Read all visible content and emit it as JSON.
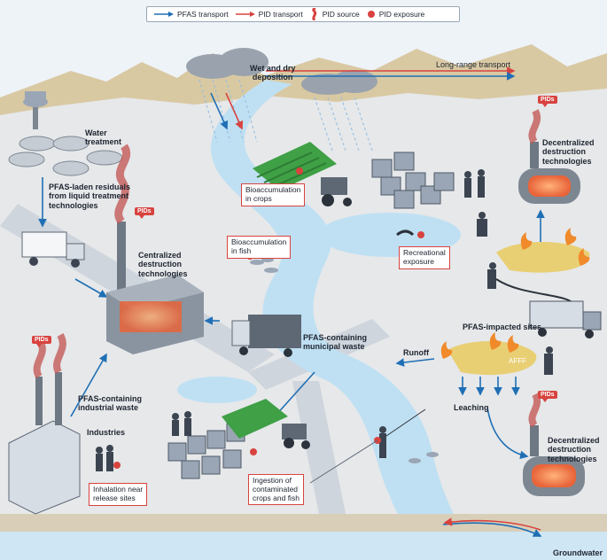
{
  "legend": [
    {
      "label": "PFAS transport",
      "icon": "blue-arrow-icon",
      "color": "#1f6fb5"
    },
    {
      "label": "PID transport",
      "icon": "red-arrow-icon",
      "color": "#d8433f"
    },
    {
      "label": "PID source",
      "icon": "smoke-plume-icon",
      "color": "#d8433f"
    },
    {
      "label": "PID exposure",
      "icon": "red-dot-icon",
      "color": "#d8433f"
    }
  ],
  "labels": {
    "deposition": "Wet and dry\ndeposition",
    "long_range": "Long-range transport",
    "water_treatment": "Water\ntreatment",
    "residuals": "PFAS-laden residuals\nfrom liquid treatment\ntechnologies",
    "centralized": "Centralized\ndestruction\ntechnologies",
    "decentral_top": "Decentralized\ndestruction\ntechnologies",
    "decentral_bottom": "Decentralized\ndestruction\ntechnologies",
    "industrial_waste": "PFAS-containing\nindustrial waste",
    "industries": "Industries",
    "municipal_waste": "PFAS-containing\nmunicipal waste",
    "impacted_sites": "PFAS-impacted sites",
    "runoff": "Runoff",
    "leaching": "Leaching",
    "groundwater": "Groundwater",
    "afff": "AFFF"
  },
  "exposure_boxes": {
    "crops": "Bioaccumulation\nin crops",
    "fish": "Bioaccumulation\nin fish",
    "recreational": "Recreational\nexposure",
    "inhalation": "Inhalation near\nrelease sites",
    "ingestion": "Ingestion of\ncontaminated\ncrops and fish"
  },
  "pid_tags": {
    "centralized": "PIDs",
    "industry": "PIDs",
    "decentral_top": "PIDs",
    "decentral_bottom": "PIDs"
  },
  "colors": {
    "pfas": "#1f6fb5",
    "pid": "#d8433f",
    "water": "#bfe0f3",
    "ground": "#e6e8ea",
    "hills": "#d9c9a3"
  }
}
